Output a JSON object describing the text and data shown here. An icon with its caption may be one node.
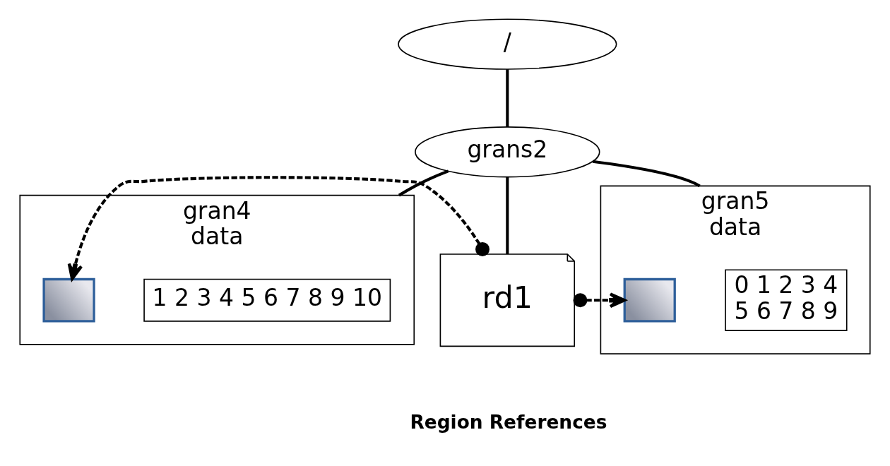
{
  "diagram": {
    "nodes": [
      {
        "text": [
          "/"
        ]
      },
      {
        "text": [
          "grans2"
        ]
      },
      {
        "text": [
          "gran4",
          "data"
        ]
      },
      {
        "text": [
          "1 2 3 4 5 6 7 8 9 10"
        ],
        "in": 2
      },
      {
        "text": [],
        "shape": "box",
        "in": 2
      },
      {
        "text": [
          "rd1"
        ]
      },
      {
        "text": [
          "gran5",
          "data"
        ]
      },
      {
        "text": [
          "0 1 2 3 4",
          "5 6 7 8 9"
        ],
        "in": 6
      },
      {
        "text": [],
        "shape": "box",
        "in": 6
      }
    ],
    "edges": [
      {
        "from": 0,
        "to": 1,
        "arrow": "none"
      },
      {
        "from": 1,
        "to": 2,
        "arrow": "none"
      },
      {
        "from": 1,
        "to": 5,
        "arrow": "none"
      },
      {
        "from": 1,
        "to": 6,
        "arrow": "none"
      },
      {
        "from": 5,
        "to": 4,
        "arrow": "to",
        "style": "dashed"
      },
      {
        "from": 5,
        "to": 8,
        "arrow": "to",
        "style": "dashed"
      }
    ],
    "labels": [
      "Region References"
    ]
  }
}
